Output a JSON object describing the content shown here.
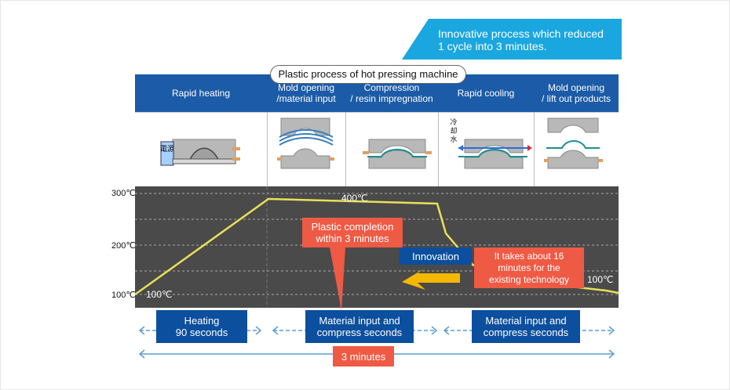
{
  "banner": {
    "line1": "Innovative process which reduced",
    "line2": "1 cycle into 3 minutes."
  },
  "title": "Plastic process of hot pressing machine",
  "steps": [
    {
      "line1": "Rapid heating",
      "line2": ""
    },
    {
      "line1": "Mold opening",
      "line2": "/material input"
    },
    {
      "line1": "Compression",
      "line2": "/ resin impregnation"
    },
    {
      "line1": "Rapid cooling",
      "line2": ""
    },
    {
      "line1": "Mold opening",
      "line2": "/ lift out products"
    }
  ],
  "icon_labels": {
    "power": "電源",
    "water1": "冷",
    "water2": "却",
    "water3": "水"
  },
  "y_ticks": [
    "300℃",
    "200℃",
    "100℃"
  ],
  "temp_labels": {
    "peak": "400℃",
    "start": "100℃",
    "end": "100℃"
  },
  "callouts": {
    "completion_line1": "Plastic completion",
    "completion_line2": "within 3 minutes",
    "innovation": "Innovation",
    "existing_line1": "It takes about 16",
    "existing_line2": "minutes for the",
    "existing_line3": "existing technology"
  },
  "phases": [
    {
      "line1": "Heating",
      "line2": "90 seconds"
    },
    {
      "line1": "Material input and",
      "line2": "compress seconds"
    },
    {
      "line1": "Material input and",
      "line2": "compress seconds"
    }
  ],
  "total": "3 minutes",
  "colors": {
    "banner": "#1aa6df",
    "header": "#1b5ba7",
    "box_blue": "#0b4f9e",
    "box_red": "#ee5a44",
    "curve": "#e8e05a",
    "arrow": "#f5b800"
  }
}
